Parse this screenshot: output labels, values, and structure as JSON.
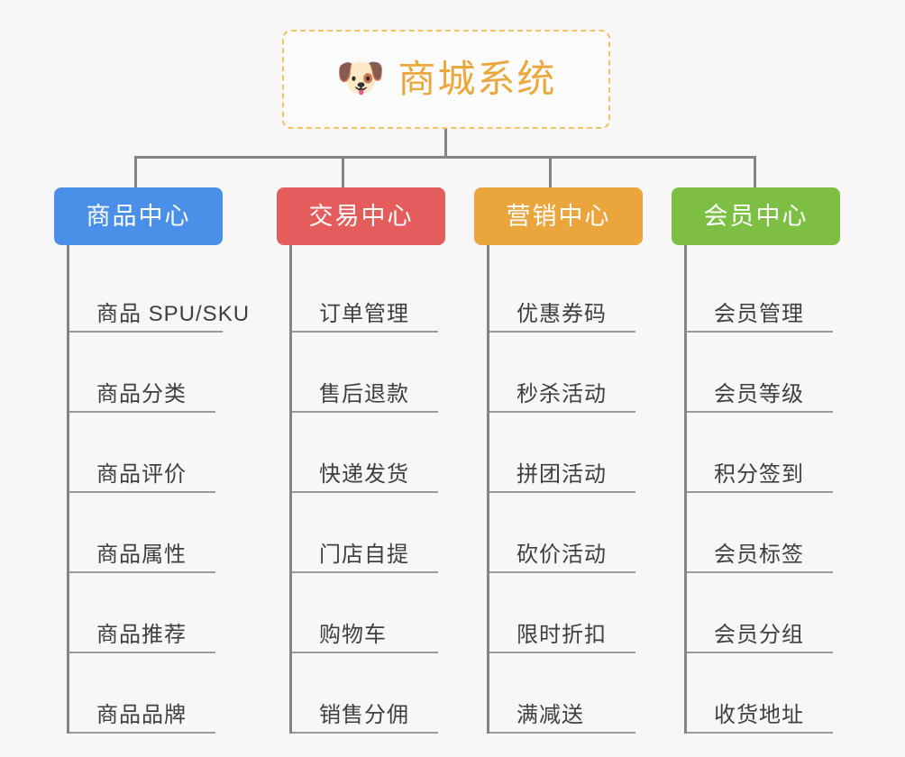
{
  "canvas": {
    "background": "#f7f7f7",
    "line_color": "#848484",
    "leaf_text_color": "#3c4043",
    "leaf_rule_color": "#9a9a9a"
  },
  "root": {
    "icon": "dog-face-icon",
    "emoji": "🐶",
    "title": "商城系统",
    "title_color": "#eaa83c",
    "border_color": "#f2c35e",
    "background": "#fbfbfb"
  },
  "categories": [
    {
      "id": "product-center",
      "label": "商品中心",
      "color": "#4a90e8",
      "items": [
        {
          "label": "商品 SPU/SKU"
        },
        {
          "label": "商品分类"
        },
        {
          "label": "商品评价"
        },
        {
          "label": "商品属性"
        },
        {
          "label": "商品推荐"
        },
        {
          "label": "商品品牌"
        }
      ]
    },
    {
      "id": "trade-center",
      "label": "交易中心",
      "color": "#e55c5c",
      "items": [
        {
          "label": "订单管理"
        },
        {
          "label": "售后退款"
        },
        {
          "label": "快递发货"
        },
        {
          "label": "门店自提"
        },
        {
          "label": "购物车"
        },
        {
          "label": "销售分佣"
        }
      ]
    },
    {
      "id": "marketing-center",
      "label": "营销中心",
      "color": "#eaa63d",
      "items": [
        {
          "label": "优惠券码"
        },
        {
          "label": "秒杀活动"
        },
        {
          "label": "拼团活动"
        },
        {
          "label": "砍价活动"
        },
        {
          "label": "限时折扣"
        },
        {
          "label": "满减送"
        }
      ]
    },
    {
      "id": "member-center",
      "label": "会员中心",
      "color": "#7dbf43",
      "items": [
        {
          "label": "会员管理"
        },
        {
          "label": "会员等级"
        },
        {
          "label": "积分签到"
        },
        {
          "label": "会员标签"
        },
        {
          "label": "会员分组"
        },
        {
          "label": "收货地址"
        }
      ]
    }
  ]
}
